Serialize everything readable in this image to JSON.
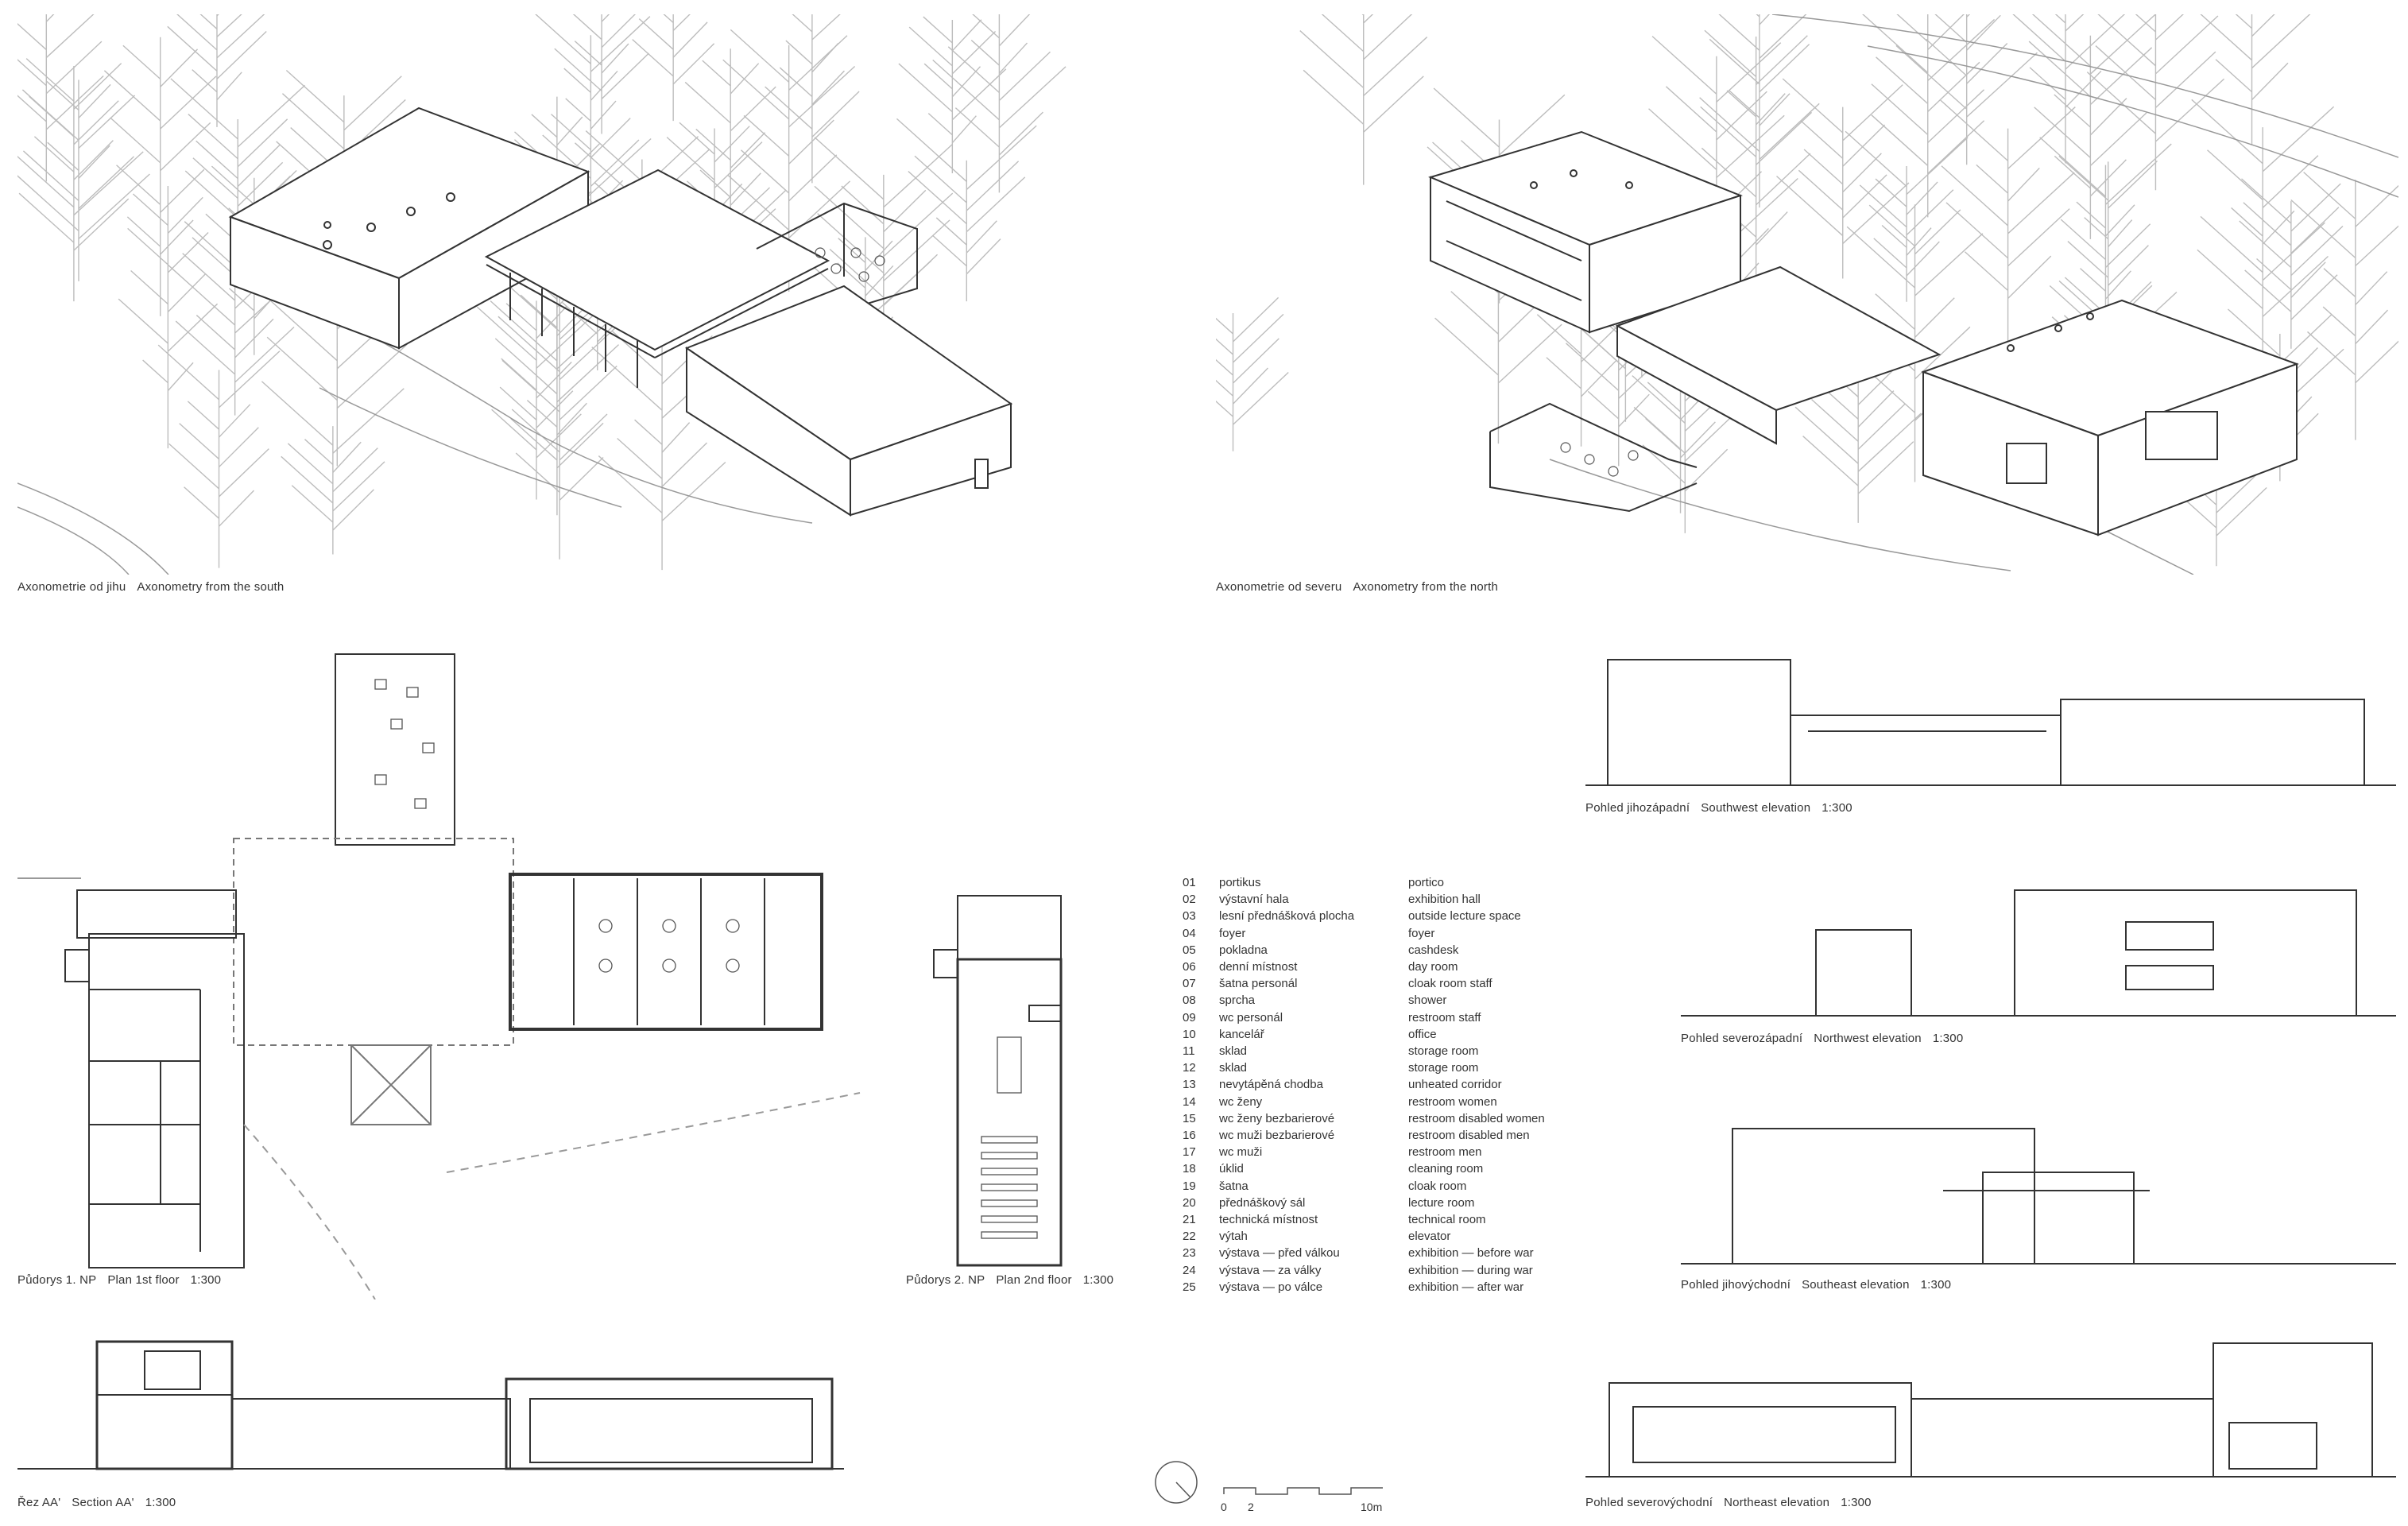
{
  "captions": {
    "axo_south": {
      "cz": "Axonometrie od jihu",
      "en": "Axonometry from the south"
    },
    "axo_north": {
      "cz": "Axonometrie od severu",
      "en": "Axonometry from the north"
    },
    "plan_1": {
      "cz": "Půdorys 1. NP",
      "en": "Plan 1st floor",
      "scale": "1:300"
    },
    "plan_2": {
      "cz": "Půdorys 2. NP",
      "en": "Plan 2nd floor",
      "scale": "1:300"
    },
    "section": {
      "cz": "Řez AA'",
      "en": "Section AA'",
      "scale": "1:300"
    },
    "elev_sw": {
      "cz": "Pohled jihozápadní",
      "en": "Southwest elevation",
      "scale": "1:300"
    },
    "elev_nw": {
      "cz": "Pohled severozápadní",
      "en": "Northwest elevation",
      "scale": "1:300"
    },
    "elev_se": {
      "cz": "Pohled jihovýchodní",
      "en": "Southeast elevation",
      "scale": "1:300"
    },
    "elev_ne": {
      "cz": "Pohled severovýchodní",
      "en": "Northeast elevation",
      "scale": "1:300"
    }
  },
  "legend": [
    {
      "num": "01",
      "cz": "portikus",
      "en": "portico"
    },
    {
      "num": "02",
      "cz": "výstavní hala",
      "en": "exhibition hall"
    },
    {
      "num": "03",
      "cz": "lesní přednášková plocha",
      "en": "outside lecture space"
    },
    {
      "num": "04",
      "cz": "foyer",
      "en": "foyer"
    },
    {
      "num": "05",
      "cz": "pokladna",
      "en": "cashdesk"
    },
    {
      "num": "06",
      "cz": "denní místnost",
      "en": "day room"
    },
    {
      "num": "07",
      "cz": "šatna personál",
      "en": "cloak room staff"
    },
    {
      "num": "08",
      "cz": "sprcha",
      "en": "shower"
    },
    {
      "num": "09",
      "cz": "wc personál",
      "en": "restroom staff"
    },
    {
      "num": "10",
      "cz": "kancelář",
      "en": "office"
    },
    {
      "num": "11",
      "cz": "sklad",
      "en": "storage room"
    },
    {
      "num": "12",
      "cz": "sklad",
      "en": "storage room"
    },
    {
      "num": "13",
      "cz": "nevytápěná chodba",
      "en": "unheated corridor"
    },
    {
      "num": "14",
      "cz": "wc ženy",
      "en": "restroom women"
    },
    {
      "num": "15",
      "cz": "wc ženy bezbarierové",
      "en": "restroom disabled women"
    },
    {
      "num": "16",
      "cz": "wc muži bezbarierové",
      "en": "restroom disabled men"
    },
    {
      "num": "17",
      "cz": "wc muži",
      "en": "restroom men"
    },
    {
      "num": "18",
      "cz": "úklid",
      "en": "cleaning room"
    },
    {
      "num": "19",
      "cz": "šatna",
      "en": "cloak room"
    },
    {
      "num": "20",
      "cz": "přednáškový sál",
      "en": "lecture room"
    },
    {
      "num": "21",
      "cz": "technická místnost",
      "en": "technical room"
    },
    {
      "num": "22",
      "cz": "výtah",
      "en": "elevator"
    },
    {
      "num": "23",
      "cz": "výstava — před válkou",
      "en": "exhibition — before war"
    },
    {
      "num": "24",
      "cz": "výstava — za války",
      "en": "exhibition — during war"
    },
    {
      "num": "25",
      "cz": "výstava — po válce",
      "en": "exhibition — after war"
    }
  ],
  "scale_bar": {
    "zero": "0",
    "two": "2",
    "ten": "10m"
  },
  "colors": {
    "line": "#333333",
    "tree": "#b8b8b8",
    "paper": "#ffffff"
  }
}
